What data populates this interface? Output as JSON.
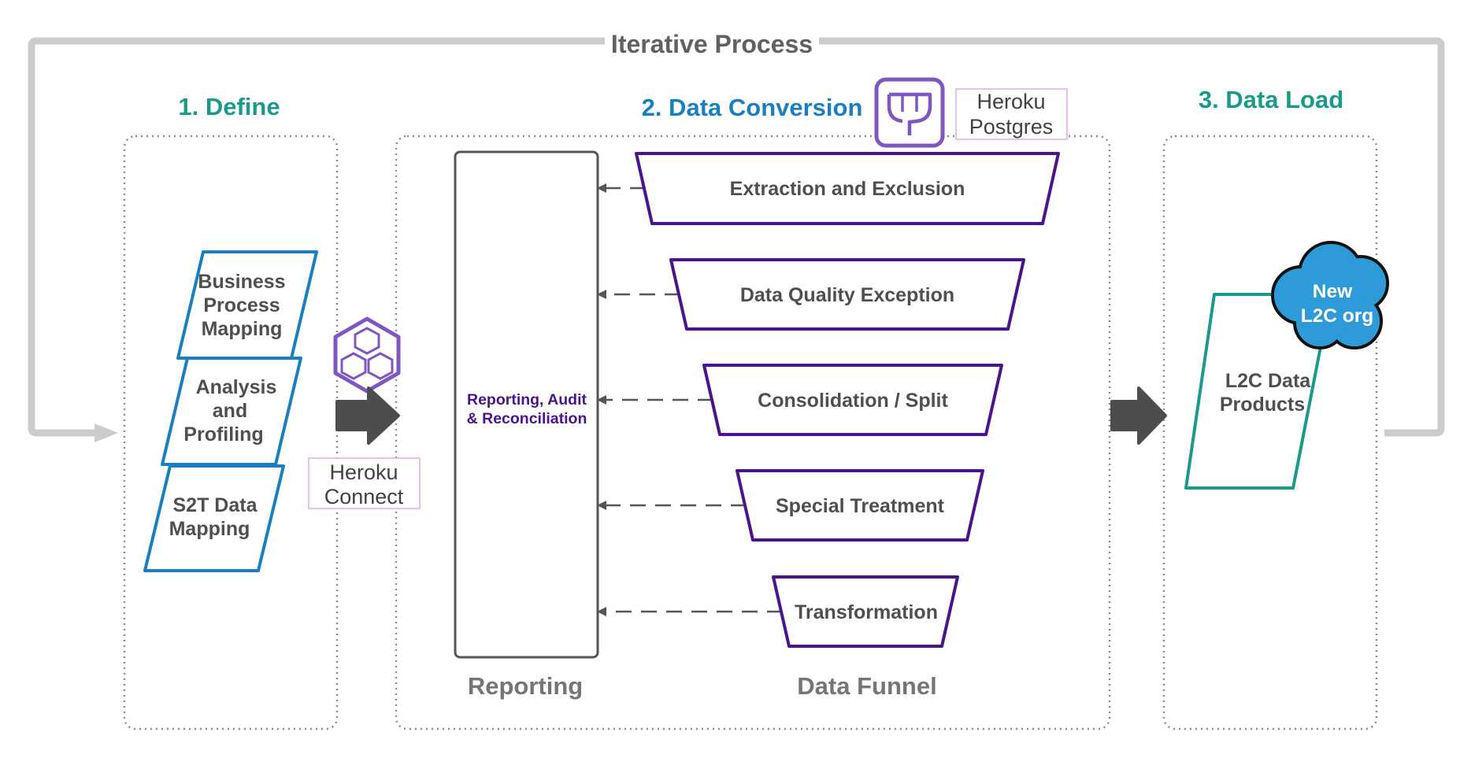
{
  "diagram": {
    "title": "Iterative Process",
    "colors": {
      "teal": "#1a9a8a",
      "blue": "#1a7fc1",
      "purple": "#4a148c",
      "gray_line": "#cccccc",
      "arrow_gray": "#4d4d4d",
      "dotted_border": "#8a8a8a",
      "cloud_blue": "#2e9ad8",
      "badge_border": "#e2a8ef"
    },
    "define": {
      "heading": "1. Define",
      "items": [
        {
          "lines": [
            "Business",
            "Process",
            "Mapping"
          ]
        },
        {
          "lines": [
            "Analysis",
            "and",
            "Profiling"
          ]
        },
        {
          "lines": [
            "S2T Data",
            "Mapping"
          ]
        }
      ]
    },
    "heroku_connect": {
      "icon": "heroku-connect-cube-icon",
      "lines": [
        "Heroku",
        "Connect"
      ]
    },
    "conversion": {
      "heading": "2. Data Conversion",
      "heroku_postgres": {
        "icon": "heroku-postgres-icon",
        "lines": [
          "Heroku",
          "Postgres"
        ]
      },
      "reporting_box_lines": [
        "Reporting, Audit",
        "& Reconciliation"
      ],
      "funnel_steps": [
        {
          "label": "Extraction and Exclusion"
        },
        {
          "label": "Data Quality Exception"
        },
        {
          "label": "Consolidation / Split"
        },
        {
          "label": "Special Treatment"
        },
        {
          "label": "Transformation"
        }
      ],
      "reporting_label": "Reporting",
      "funnel_label": "Data Funnel"
    },
    "load": {
      "heading": "3. Data Load",
      "product_lines": [
        "L2C Data",
        "Products"
      ],
      "cloud_lines": [
        "New",
        "L2C org"
      ]
    }
  }
}
